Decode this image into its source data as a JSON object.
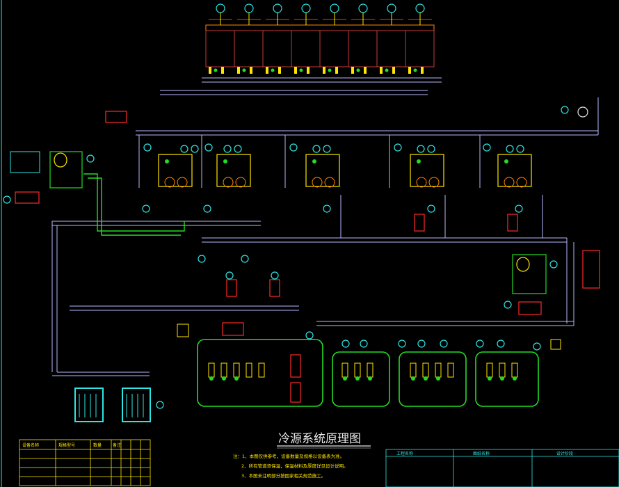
{
  "drawing": {
    "title": "冷源系统原理图",
    "notes": [
      "注：1、本图仅供参考，设备数量及规格以设备表为准。",
      "2、所有管道须保温，保温材料及厚度详见设计说明。",
      "3、本图未注明部分按国家相关规范施工。"
    ],
    "table_headers": [
      "设备名称",
      "规格型号",
      "数量",
      "备注"
    ],
    "title_block": [
      "工程名称",
      "图纸名称",
      "设计阶段"
    ]
  },
  "colors": {
    "background": "#000000",
    "pipe_supply": "#b8b8ff",
    "pipe_green": "#22dd22",
    "equipment_yellow": "#ffe600",
    "equipment_cyan": "#2ee6e6",
    "equipment_red": "#ff2a2a",
    "equipment_orange": "#ff8a00",
    "label_white": "#e8e8e8"
  }
}
